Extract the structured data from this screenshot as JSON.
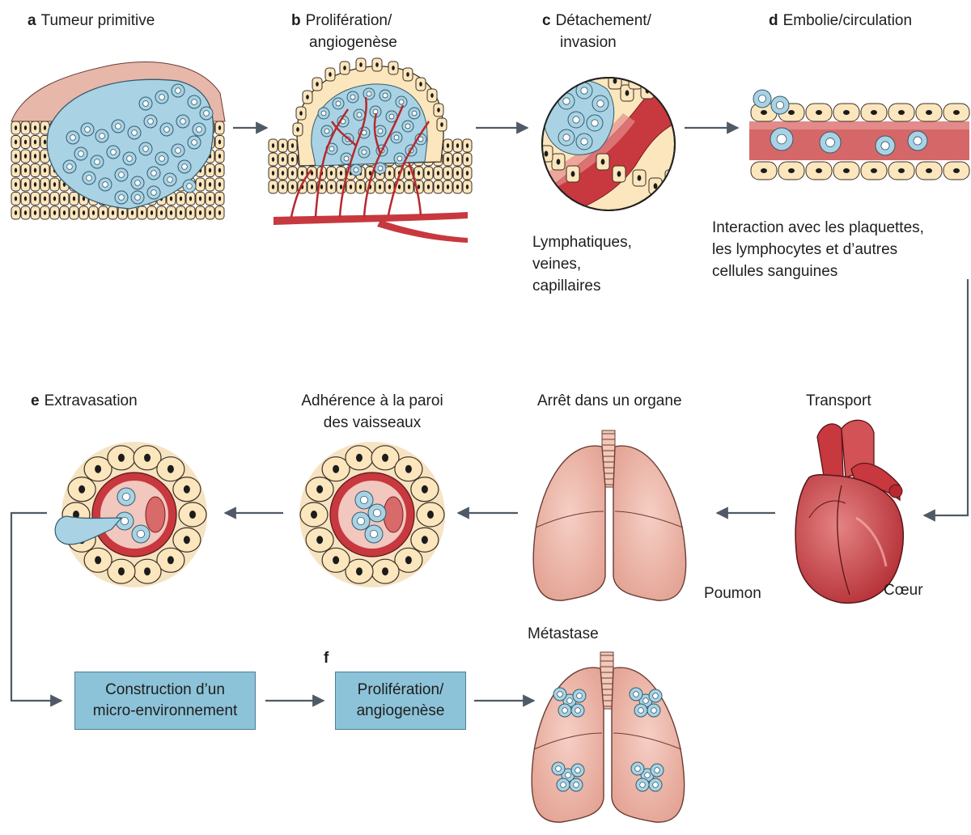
{
  "steps": {
    "a": {
      "letter": "a",
      "text": "Tumeur primitive"
    },
    "b": {
      "letter": "b",
      "line1": "Prolifération/",
      "line2": "angiogenèse"
    },
    "c": {
      "letter": "c",
      "line1": "Détachement/",
      "line2": "invasion"
    },
    "d": {
      "letter": "d",
      "text": "Embolie/circulation"
    },
    "e": {
      "letter": "e",
      "text": "Extravasation"
    },
    "f": {
      "letter": "f"
    }
  },
  "notes": {
    "vessels": [
      "Lymphatiques,",
      "veines,",
      "capillaires"
    ],
    "interaction": [
      "Interaction  avec les plaquettes,",
      "les lymphocytes et d’autres",
      "cellules sanguines"
    ],
    "transport": "Transport",
    "coeur": "Cœur",
    "arret": "Arrêt dans un organe",
    "poumon": "Poumon",
    "adherence": [
      "Adhérence à la paroi",
      "des vaisseaux"
    ],
    "metastase": "Métastase"
  },
  "boxes": {
    "micro": [
      "Construction d’un",
      "micro-environnement"
    ],
    "prolif": [
      "Prolifération/",
      "angiogenèse"
    ]
  },
  "colors": {
    "tumor_blue": "#a9d3e4",
    "normal_cell": "#fbe6bd",
    "vessel_red": "#c8383f",
    "tissue_pink": "#eab0a2",
    "arrow": "#4f5a66",
    "box": "#8cc3d8"
  }
}
